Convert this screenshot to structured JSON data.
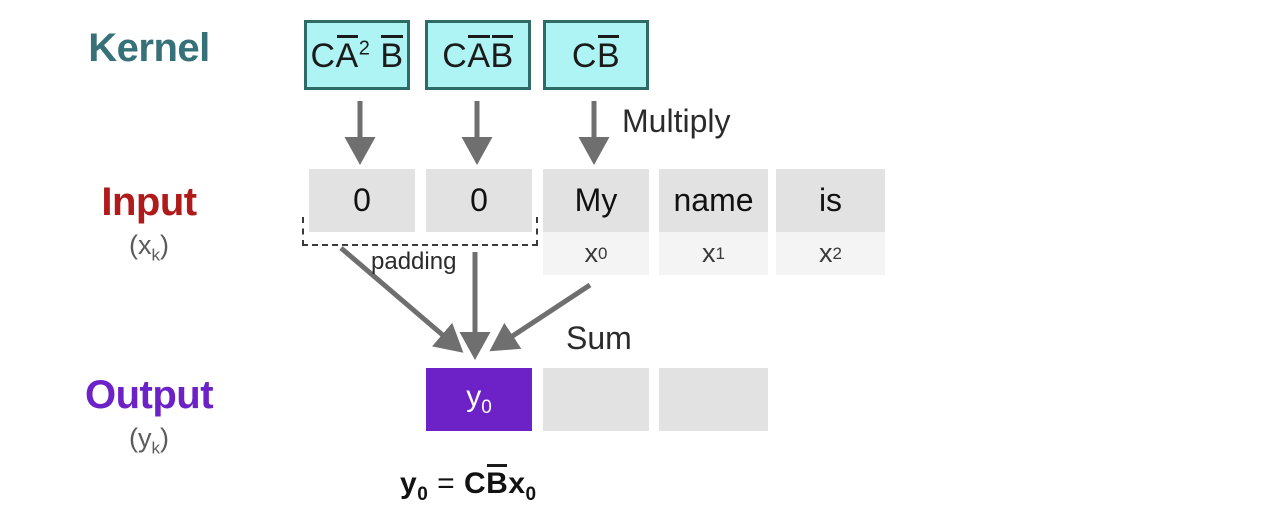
{
  "rows": {
    "kernel": {
      "label": "Kernel",
      "color": "#367078"
    },
    "input": {
      "label": "Input",
      "sub_base": "(x",
      "sub_index": "k",
      "sub_close": ")",
      "color": "#b01a1a"
    },
    "output": {
      "label": "Output",
      "sub_base": "(y",
      "sub_index": "k",
      "sub_close": ")",
      "color": "#6d22c8"
    }
  },
  "kernel": {
    "fill": "#aef4f4",
    "border": "#2f6b66",
    "boxes": [
      {
        "name": "kernel-box-0",
        "c": "C",
        "a": "A",
        "exp": "2",
        "b": "B",
        "text": "CĀ²B̄"
      },
      {
        "name": "kernel-box-1",
        "c": "C",
        "a": "A",
        "exp": "",
        "b": "B",
        "text": "CĀB̄"
      },
      {
        "name": "kernel-box-2",
        "c": "C",
        "a": "",
        "exp": "",
        "b": "B",
        "text": "CB̄"
      }
    ]
  },
  "annotations": {
    "multiply": "Multiply",
    "padding": "padding",
    "sum": "Sum"
  },
  "input_row": {
    "padding_cells": [
      {
        "name": "input-padding-0",
        "value": "0"
      },
      {
        "name": "input-padding-1",
        "value": "0"
      }
    ],
    "token_cells": [
      {
        "name": "input-token-0",
        "token": "My",
        "var": "x",
        "index": "0"
      },
      {
        "name": "input-token-1",
        "token": "name",
        "var": "x",
        "index": "1"
      },
      {
        "name": "input-token-2",
        "token": "is",
        "var": "x",
        "index": "2"
      }
    ]
  },
  "output_row": {
    "cells": [
      {
        "name": "output-cell-0",
        "var": "y",
        "index": "0",
        "active": true
      },
      {
        "name": "output-cell-1",
        "var": "",
        "index": "",
        "active": false
      },
      {
        "name": "output-cell-2",
        "var": "",
        "index": "",
        "active": false
      }
    ],
    "active_fill": "#6d22c8",
    "empty_fill": "#e2e2e2"
  },
  "formula": {
    "lhs_var": "y",
    "lhs_index": "0",
    "eq": "=",
    "c": "C",
    "b": "B",
    "x_var": "x",
    "x_index": "0",
    "text": "y₀ = CB̄x₀"
  }
}
